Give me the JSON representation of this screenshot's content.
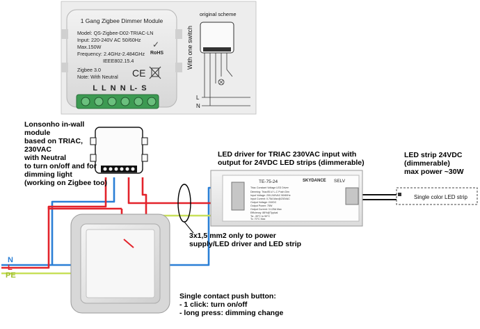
{
  "photo_panel": {
    "module_title": "1 Gang Zigbee Dimmer Module",
    "module_specs": [
      "Model: QS-Zigbee-D02-TRIAC-LN",
      "Input: 220-240V AC 50/60Hz",
      "Max.150W",
      "Frequency: 2.4GHz-2.484GHz",
      "IEEE802.15.4",
      "Zigbee 3.0",
      "Note: With Neutral"
    ],
    "rohs": "RoHS",
    "ce": "CE",
    "terminals": "L  L  N  N  L-  S",
    "scheme_title": "original scheme",
    "scheme_side_label": "With one switch",
    "scheme_l": "L",
    "scheme_n": "N"
  },
  "annotations": {
    "module_desc": [
      "Lonsonho in-wall module",
      "based on TRIAC, 230VAC",
      "with Neutral",
      "to turn on/off and for",
      "dimming light",
      "(working on Zigbee too)"
    ],
    "driver_desc": [
      "LED driver for TRIAC 230VAC input with",
      "output for 24VDC LED strips (dimmerable)"
    ],
    "strip_desc": [
      "LED strip 24VDC",
      "(dimmerable)",
      "max power ~30W"
    ],
    "cable_desc": [
      "3x1,5 mm2 only to power",
      "supply/LED driver and LED strip"
    ],
    "button_desc": [
      "Single contact push button:",
      "- 1 click: turn on/off",
      "- long press: dimming change"
    ]
  },
  "driver": {
    "model": "TE-75-24",
    "brand": "SKYDANCE",
    "selv": "SELV",
    "subtitle": "Triac Constant Voltage LED Driver",
    "specs": [
      "Dimming: Triac/ELV/ L-C Push Dim",
      "Input Voltage: 200-240VAC 50/60Hz",
      "Input Current: 0.75A Max@230VAC",
      "Output Voltage: 24VDC",
      "Output Power: 75W",
      "Output Current: 3.125A Max",
      "Efficiency: 88%@Typical"
    ],
    "temps": "Ta: -30°C to 50°C",
    "temps2": "Tc: 70°C Max"
  },
  "strip": {
    "label": "Single color LED strip"
  },
  "wires": {
    "n_label": "N",
    "l_label": "L",
    "pe_label": "PE",
    "n_color": "#2a7fd6",
    "l_color": "#e3232b",
    "pe_color": "#c8e05a",
    "dc_color": "#111111"
  }
}
